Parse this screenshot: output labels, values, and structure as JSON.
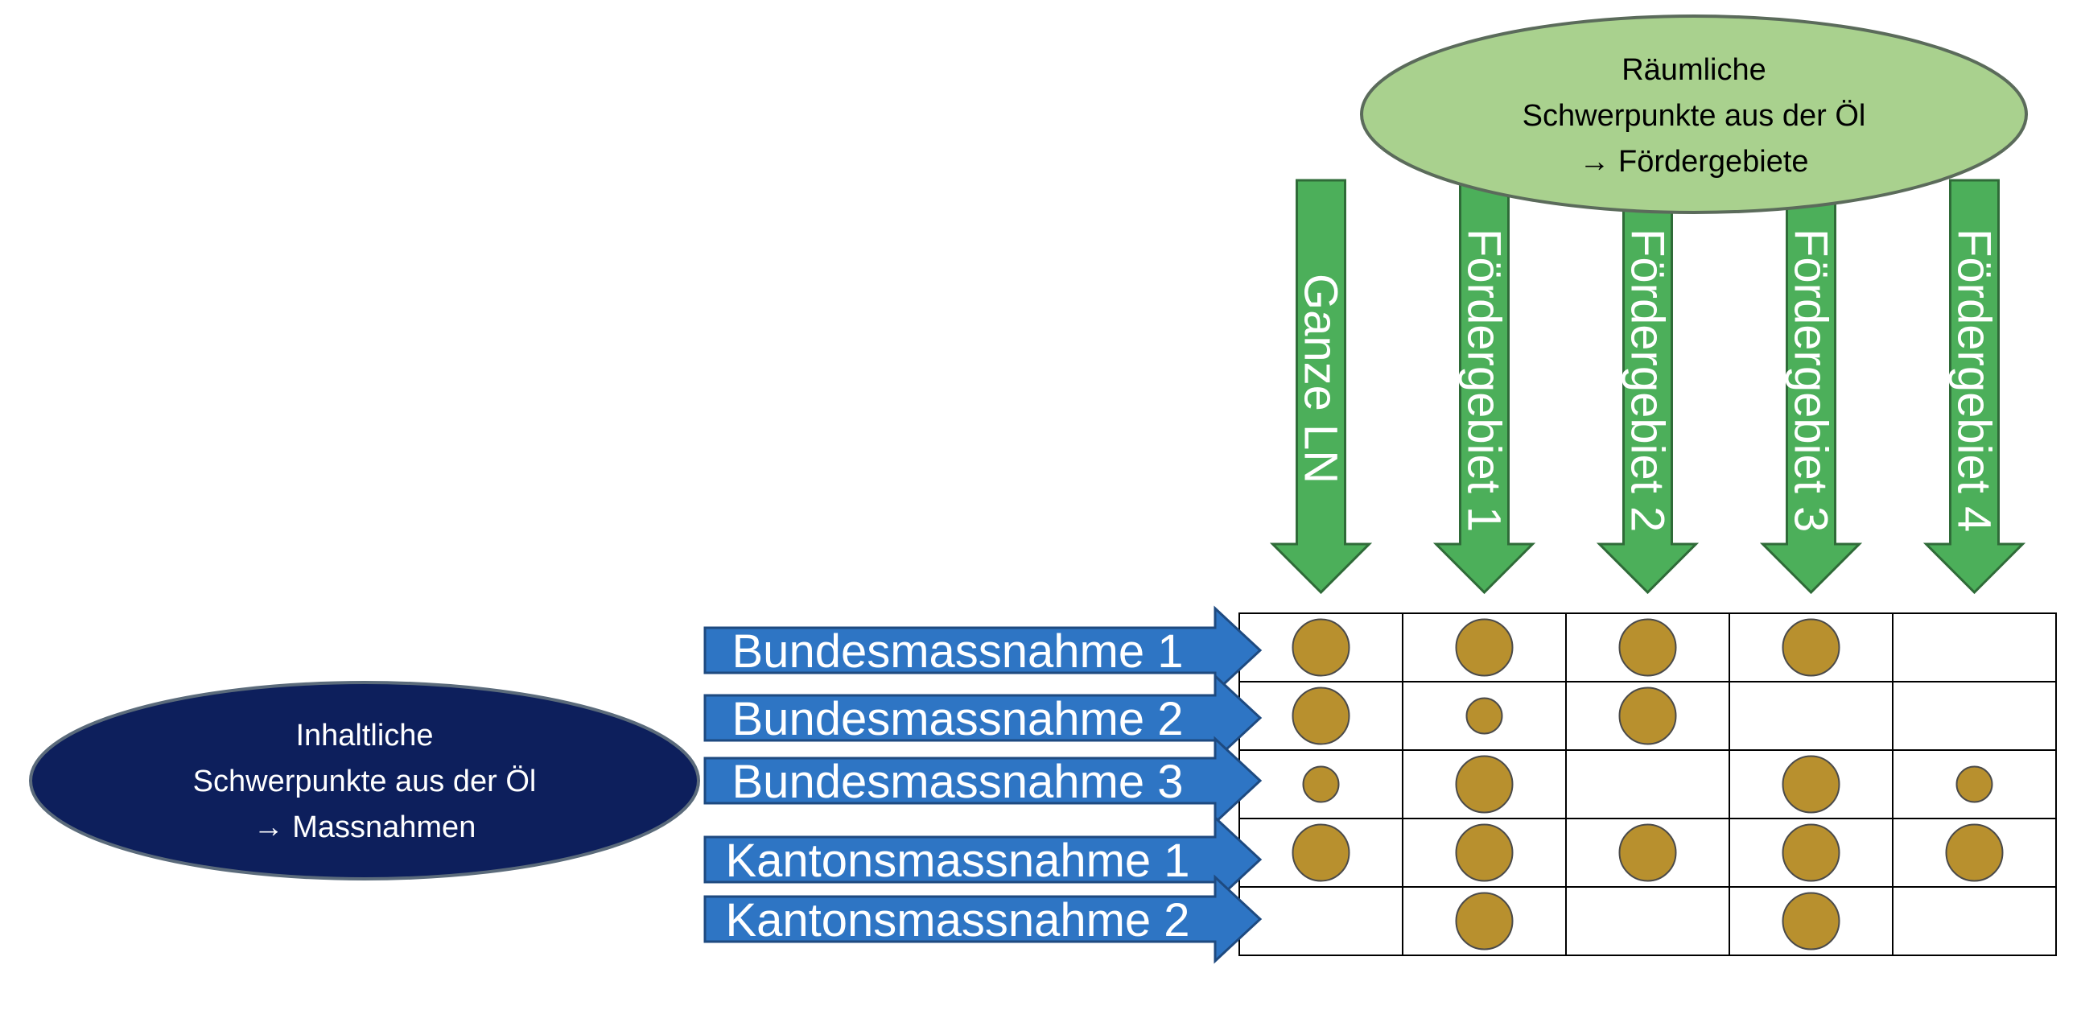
{
  "top_ellipse": {
    "lines": [
      "Räumliche",
      "Schwerpunkte aus der Öl",
      "→ Fördergebiete"
    ],
    "color": "#a9d18e"
  },
  "left_ellipse": {
    "lines": [
      "Inhaltliche",
      "Schwerpunkte aus der Öl",
      "→ Massnahmen"
    ],
    "color": "#0d1f5c"
  },
  "columns": [
    {
      "label": "Ganze LN"
    },
    {
      "label": "Fördergebiet 1"
    },
    {
      "label": "Fördergebiet 2"
    },
    {
      "label": "Fördergebiet 3"
    },
    {
      "label": "Fördergebiet 4"
    }
  ],
  "rows": [
    {
      "label": "Bundesmassnahme 1",
      "cells": [
        "large",
        "large",
        "large",
        "large",
        "none"
      ]
    },
    {
      "label": "Bundesmassnahme 2",
      "cells": [
        "large",
        "small",
        "large",
        "none",
        "none"
      ]
    },
    {
      "label": "Bundesmassnahme 3",
      "cells": [
        "small",
        "large",
        "none",
        "large",
        "small"
      ]
    },
    {
      "label": "Kantonsmassnahme 1",
      "cells": [
        "large",
        "large",
        "large",
        "large",
        "large"
      ]
    },
    {
      "label": "Kantonsmassnahme 2",
      "cells": [
        "none",
        "large",
        "none",
        "large",
        "none"
      ]
    }
  ],
  "colors": {
    "column_arrow": "#4caf5a",
    "row_arrow": "#2e75c4",
    "dot": "#b8902e",
    "grid": "#000000"
  }
}
